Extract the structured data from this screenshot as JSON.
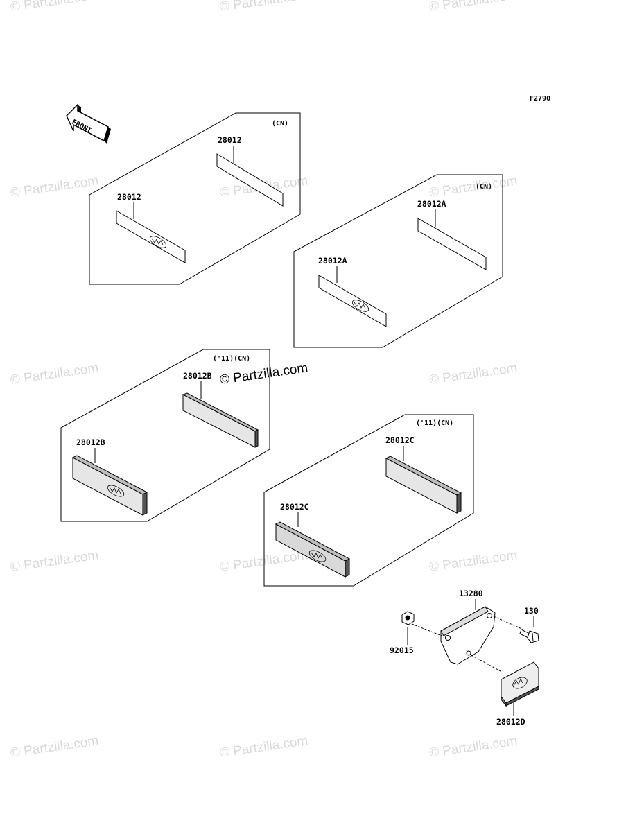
{
  "figure_code": "F2790",
  "front_label": "FRONT",
  "watermark": "© Partzilla.com",
  "groups": [
    {
      "variant": "(CN)",
      "labels": [
        "28012",
        "28012"
      ]
    },
    {
      "variant": "(CN)",
      "labels": [
        "28012A",
        "28012A"
      ]
    },
    {
      "variant": "('11)(CN)",
      "labels": [
        "28012B",
        "28012B"
      ]
    },
    {
      "variant": "('11)(CN)",
      "labels": [
        "28012C",
        "28012C"
      ]
    }
  ],
  "assembly": {
    "bracket": "13280",
    "bolt": "130",
    "nut": "92015",
    "reflector": "28012D"
  }
}
